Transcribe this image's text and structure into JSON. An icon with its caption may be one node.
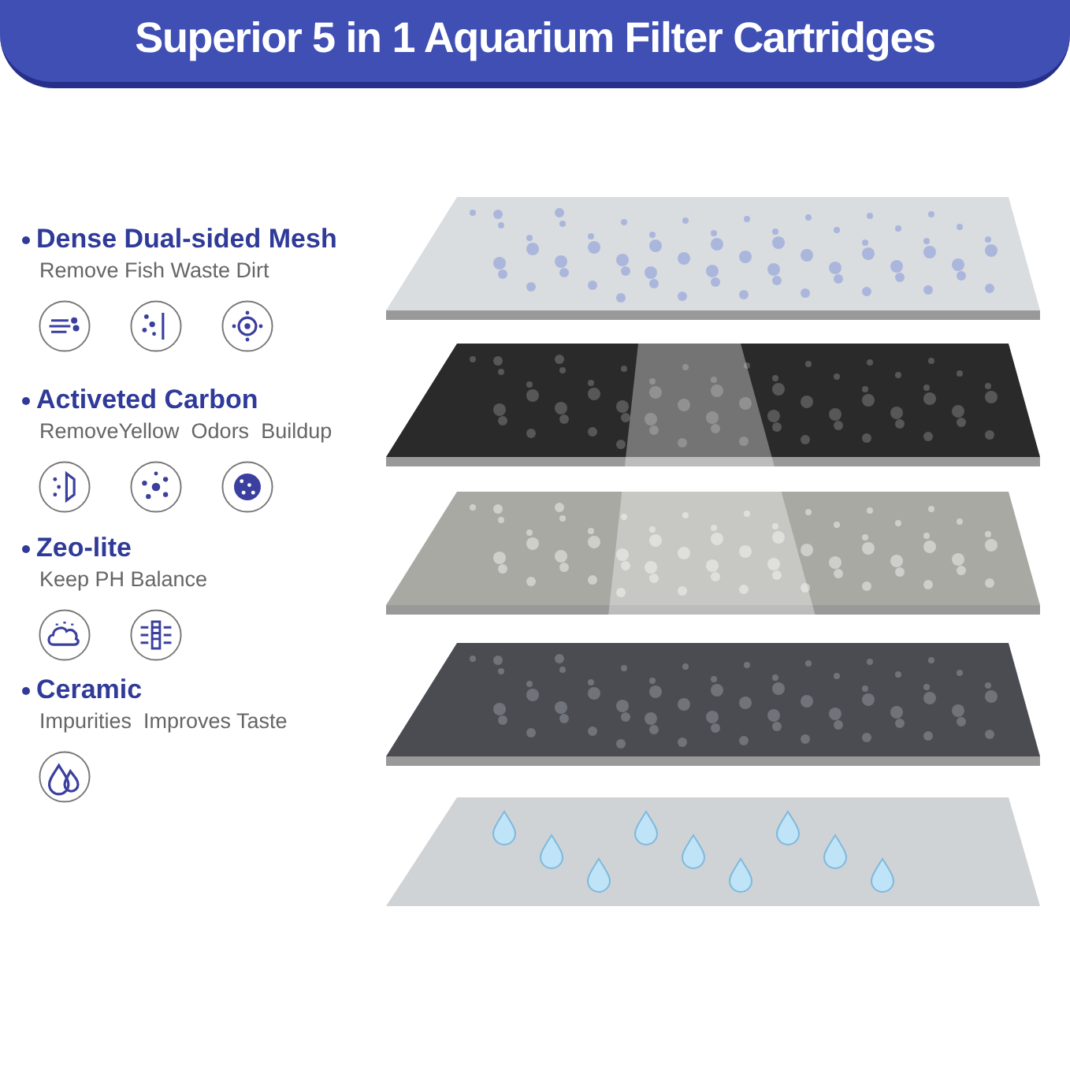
{
  "diagram": {
    "title": "Superior 5 in 1 Aquarium Filter Cartridges",
    "labels": [
      "Dense Dual-sided Mesh",
      "Remove Fish Waste Dirt",
      "Activeted Carbon",
      "RemoveYellow  Odors  Buildup",
      "Zeo-lite",
      "Keep PH Balance",
      "Ceramic",
      "Impurities  Improves Taste"
    ]
  }
}
